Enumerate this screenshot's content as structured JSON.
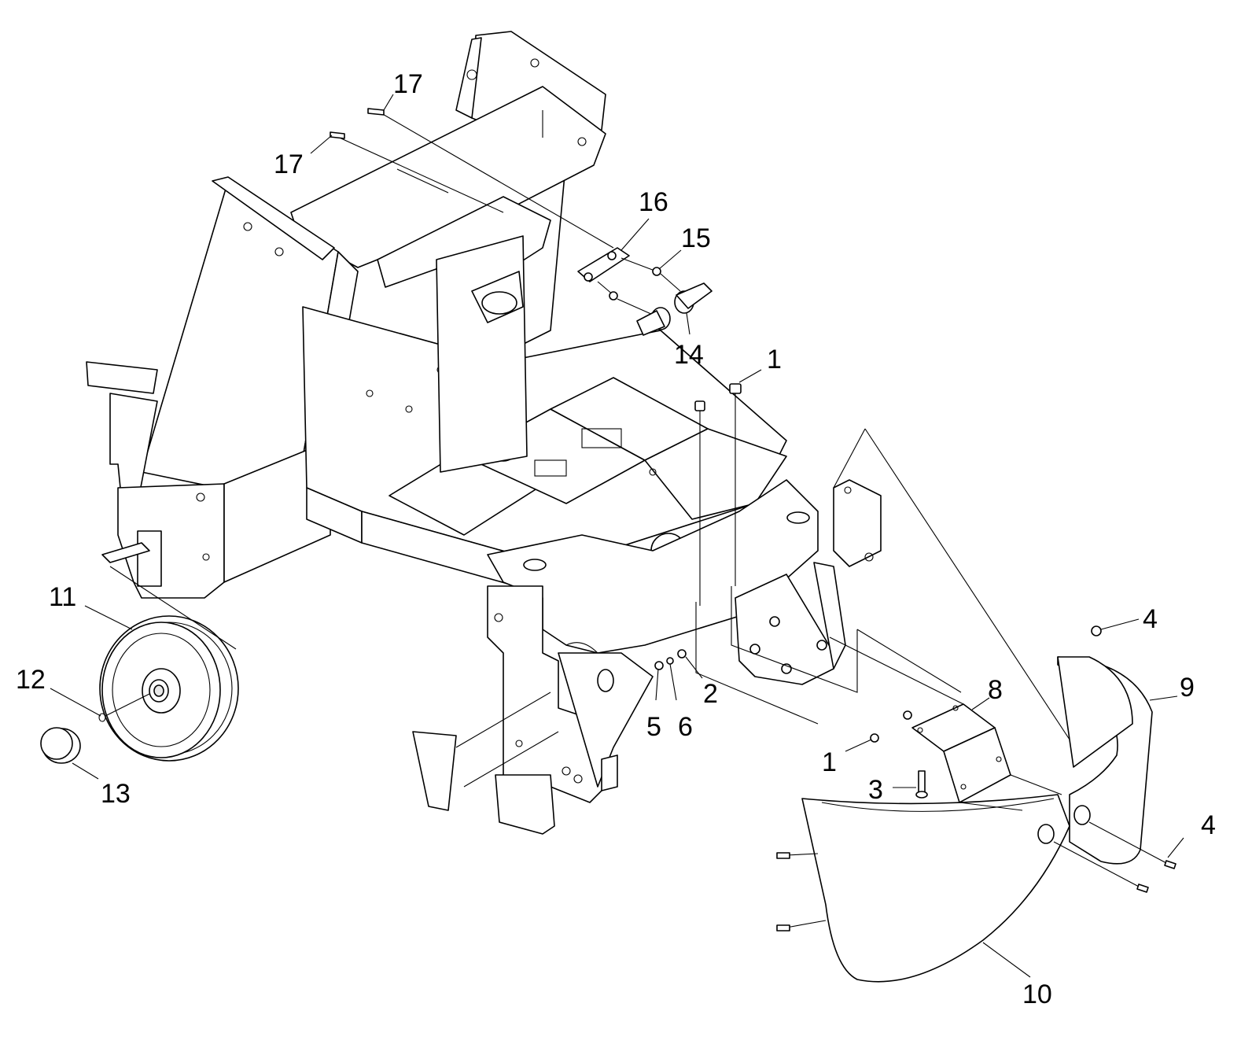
{
  "callouts": [
    {
      "id": "c17a",
      "text": "17"
    },
    {
      "id": "c17b",
      "text": "17"
    },
    {
      "id": "c16",
      "text": "16"
    },
    {
      "id": "c15",
      "text": "15"
    },
    {
      "id": "c14",
      "text": "14"
    },
    {
      "id": "c1a",
      "text": "1"
    },
    {
      "id": "c11",
      "text": "11"
    },
    {
      "id": "c12",
      "text": "12"
    },
    {
      "id": "c13",
      "text": "13"
    },
    {
      "id": "c4a",
      "text": "4"
    },
    {
      "id": "c9",
      "text": "9"
    },
    {
      "id": "c8",
      "text": "8"
    },
    {
      "id": "c2",
      "text": "2"
    },
    {
      "id": "c6",
      "text": "6"
    },
    {
      "id": "c5",
      "text": "5"
    },
    {
      "id": "c1b",
      "text": "1"
    },
    {
      "id": "c3",
      "text": "3"
    },
    {
      "id": "c4b",
      "text": "4"
    },
    {
      "id": "c10",
      "text": "10"
    }
  ]
}
